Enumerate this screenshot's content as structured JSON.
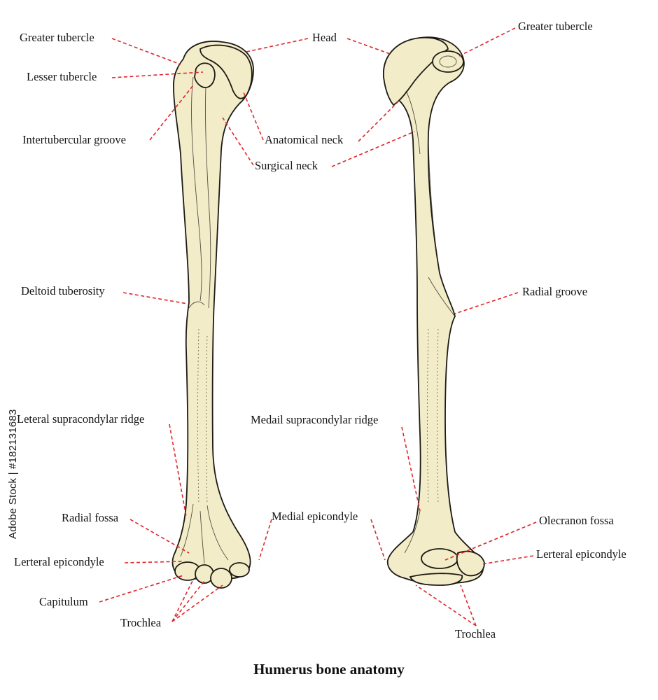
{
  "title": "Humerus bone anatomy",
  "watermark": "Adobe Stock | #182131683",
  "colors": {
    "bone_fill": "#f3ecc8",
    "outline": "#1c1a15",
    "leader_line": "#e0262b"
  },
  "anterior_labels": {
    "greater_tubercle": "Greater tubercle",
    "lesser_tubercle": "Lesser tubercle",
    "intertubercular_groove": "Intertubercular groove",
    "deltoid_tuberosity": "Deltoid tuberosity",
    "lateral_supracondylar_ridge": "Leteral supracondylar ridge",
    "radial_fossa": "Radial fossa",
    "lateral_epicondyle": "Lerteral epicondyle",
    "capitulum": "Capitulum",
    "trochlea": "Trochlea"
  },
  "center_labels": {
    "head": "Head",
    "anatomical_neck": "Anatomical neck",
    "surgical_neck": "Surgical neck",
    "medial_supracondylar_ridge": "Medail supracondylar ridge",
    "medial_epicondyle": "Medial epicondyle"
  },
  "posterior_labels": {
    "greater_tubercle": "Greater tubercle",
    "radial_groove": "Radial groove",
    "olecranon_fossa": "Olecranon fossa",
    "lateral_epicondyle": "Lerteral epicondyle",
    "trochlea": "Trochlea"
  }
}
